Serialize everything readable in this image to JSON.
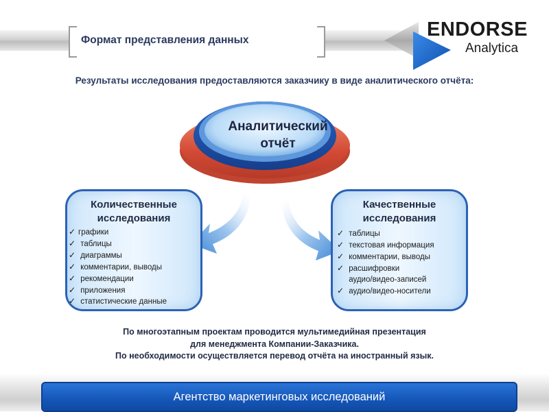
{
  "header": {
    "title": "Формат представления данных"
  },
  "logo": {
    "line1": "ENDORSE",
    "line2": "Analytica"
  },
  "subtitle": "Результаты исследования предоставляются заказчику в виде аналитического отчёта:",
  "center": {
    "title_line1": "Аналитический",
    "title_line2": "отчёт"
  },
  "left_box": {
    "title_line1": "Количественные",
    "title_line2": "исследования",
    "items": [
      "графики",
      "таблицы",
      "диаграммы",
      "комментарии, выводы",
      "рекомендации",
      "приложения",
      "статистические данные"
    ]
  },
  "right_box": {
    "title_line1": "Качественные",
    "title_line2": "исследования",
    "items": [
      "таблицы",
      "текстовая информация",
      "комментарии, выводы",
      "расшифровки",
      "аудио/видео-записей",
      "аудио/видео-носители"
    ]
  },
  "footnote": {
    "line1": "По многоэтапным проектам проводится мультимедийная презентация",
    "line2": "для менеджмента Компании-Заказчика.",
    "line3": "По необходимости осуществляется перевод отчёта на иностранный язык."
  },
  "banner": {
    "text": "Агентство маркетинговых исследований"
  },
  "colors": {
    "accent": "#2b62b4",
    "platform_red": "#d9553f",
    "banner_blue": "#1556b8"
  },
  "icons": {
    "check": "check-icon",
    "arrow": "curved-arrow-icon"
  }
}
